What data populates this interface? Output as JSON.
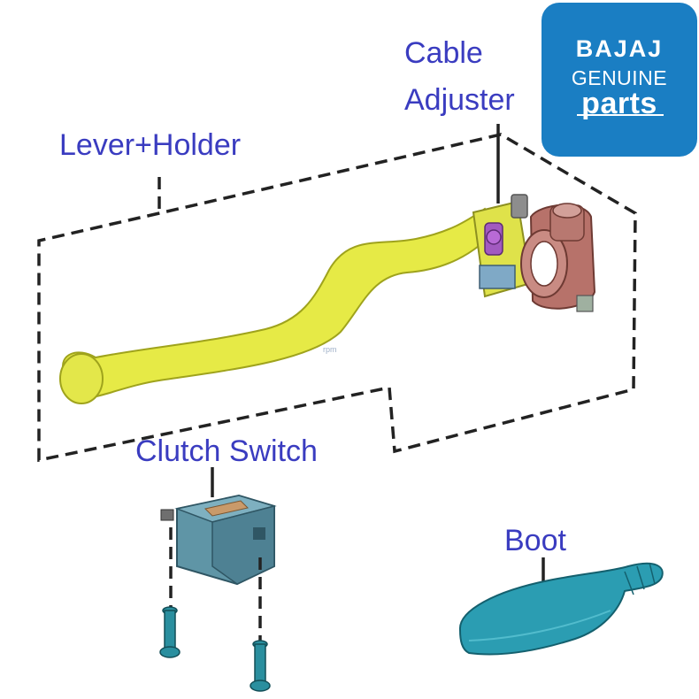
{
  "labels": {
    "cable_adjuster_line1": "Cable",
    "cable_adjuster_line2": "Adjuster",
    "lever_holder": "Lever+Holder",
    "clutch_switch": "Clutch Switch",
    "boot": "Boot",
    "watermark": "rpm"
  },
  "logo": {
    "brand": "BAJAJ",
    "line2": "GENUINE",
    "line3": "parts"
  },
  "colors": {
    "label_text": "#3a3cc0",
    "logo_bg": "#1a7ec3",
    "lever": "#e6ea46",
    "holder": "#b7726a",
    "switch": "#5f95a6",
    "boot": "#2b9db2",
    "screw": "#2a8f9f",
    "dash": "#222222"
  },
  "icons": [
    "lever-holder-part",
    "clutch-switch-part",
    "boot-part",
    "screw-part",
    "bajaj-logo"
  ]
}
